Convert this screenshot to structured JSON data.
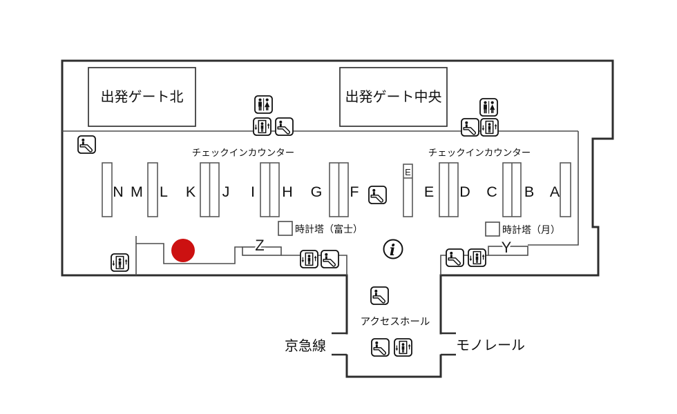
{
  "map": {
    "gate_north": "出発ゲート北",
    "gate_central": "出発ゲート中央",
    "checkin_counter": "チェックインカウンター",
    "clock_fuji": "時計塔（富士）",
    "clock_moon": "時計塔（月）",
    "access_hall": "アクセスホール",
    "keikyu": "京急線",
    "monorail": "モノレール",
    "counter_letters": [
      "N",
      "M",
      "L",
      "K",
      "J",
      "I",
      "H",
      "G",
      "F",
      "E",
      "D",
      "C",
      "B",
      "A"
    ],
    "counter_z": "Z",
    "counter_y": "Y",
    "counter_e_annex": "E",
    "info_symbol": "i"
  },
  "icons": {
    "toilet": "toilet-icon",
    "elevator": "elevator-icon",
    "escalator": "escalator-icon",
    "information": "info-icon",
    "current_location": "current-location-marker",
    "clock_tower": "clock-tower-marker"
  },
  "colors": {
    "outer_wall": "#2d2d2d",
    "inner_line": "#4c4c4c",
    "counter_stroke": "#585858",
    "icon_stroke": "#111111",
    "text": "#111111",
    "marker_red": "#cc1111",
    "background": "#ffffff"
  }
}
